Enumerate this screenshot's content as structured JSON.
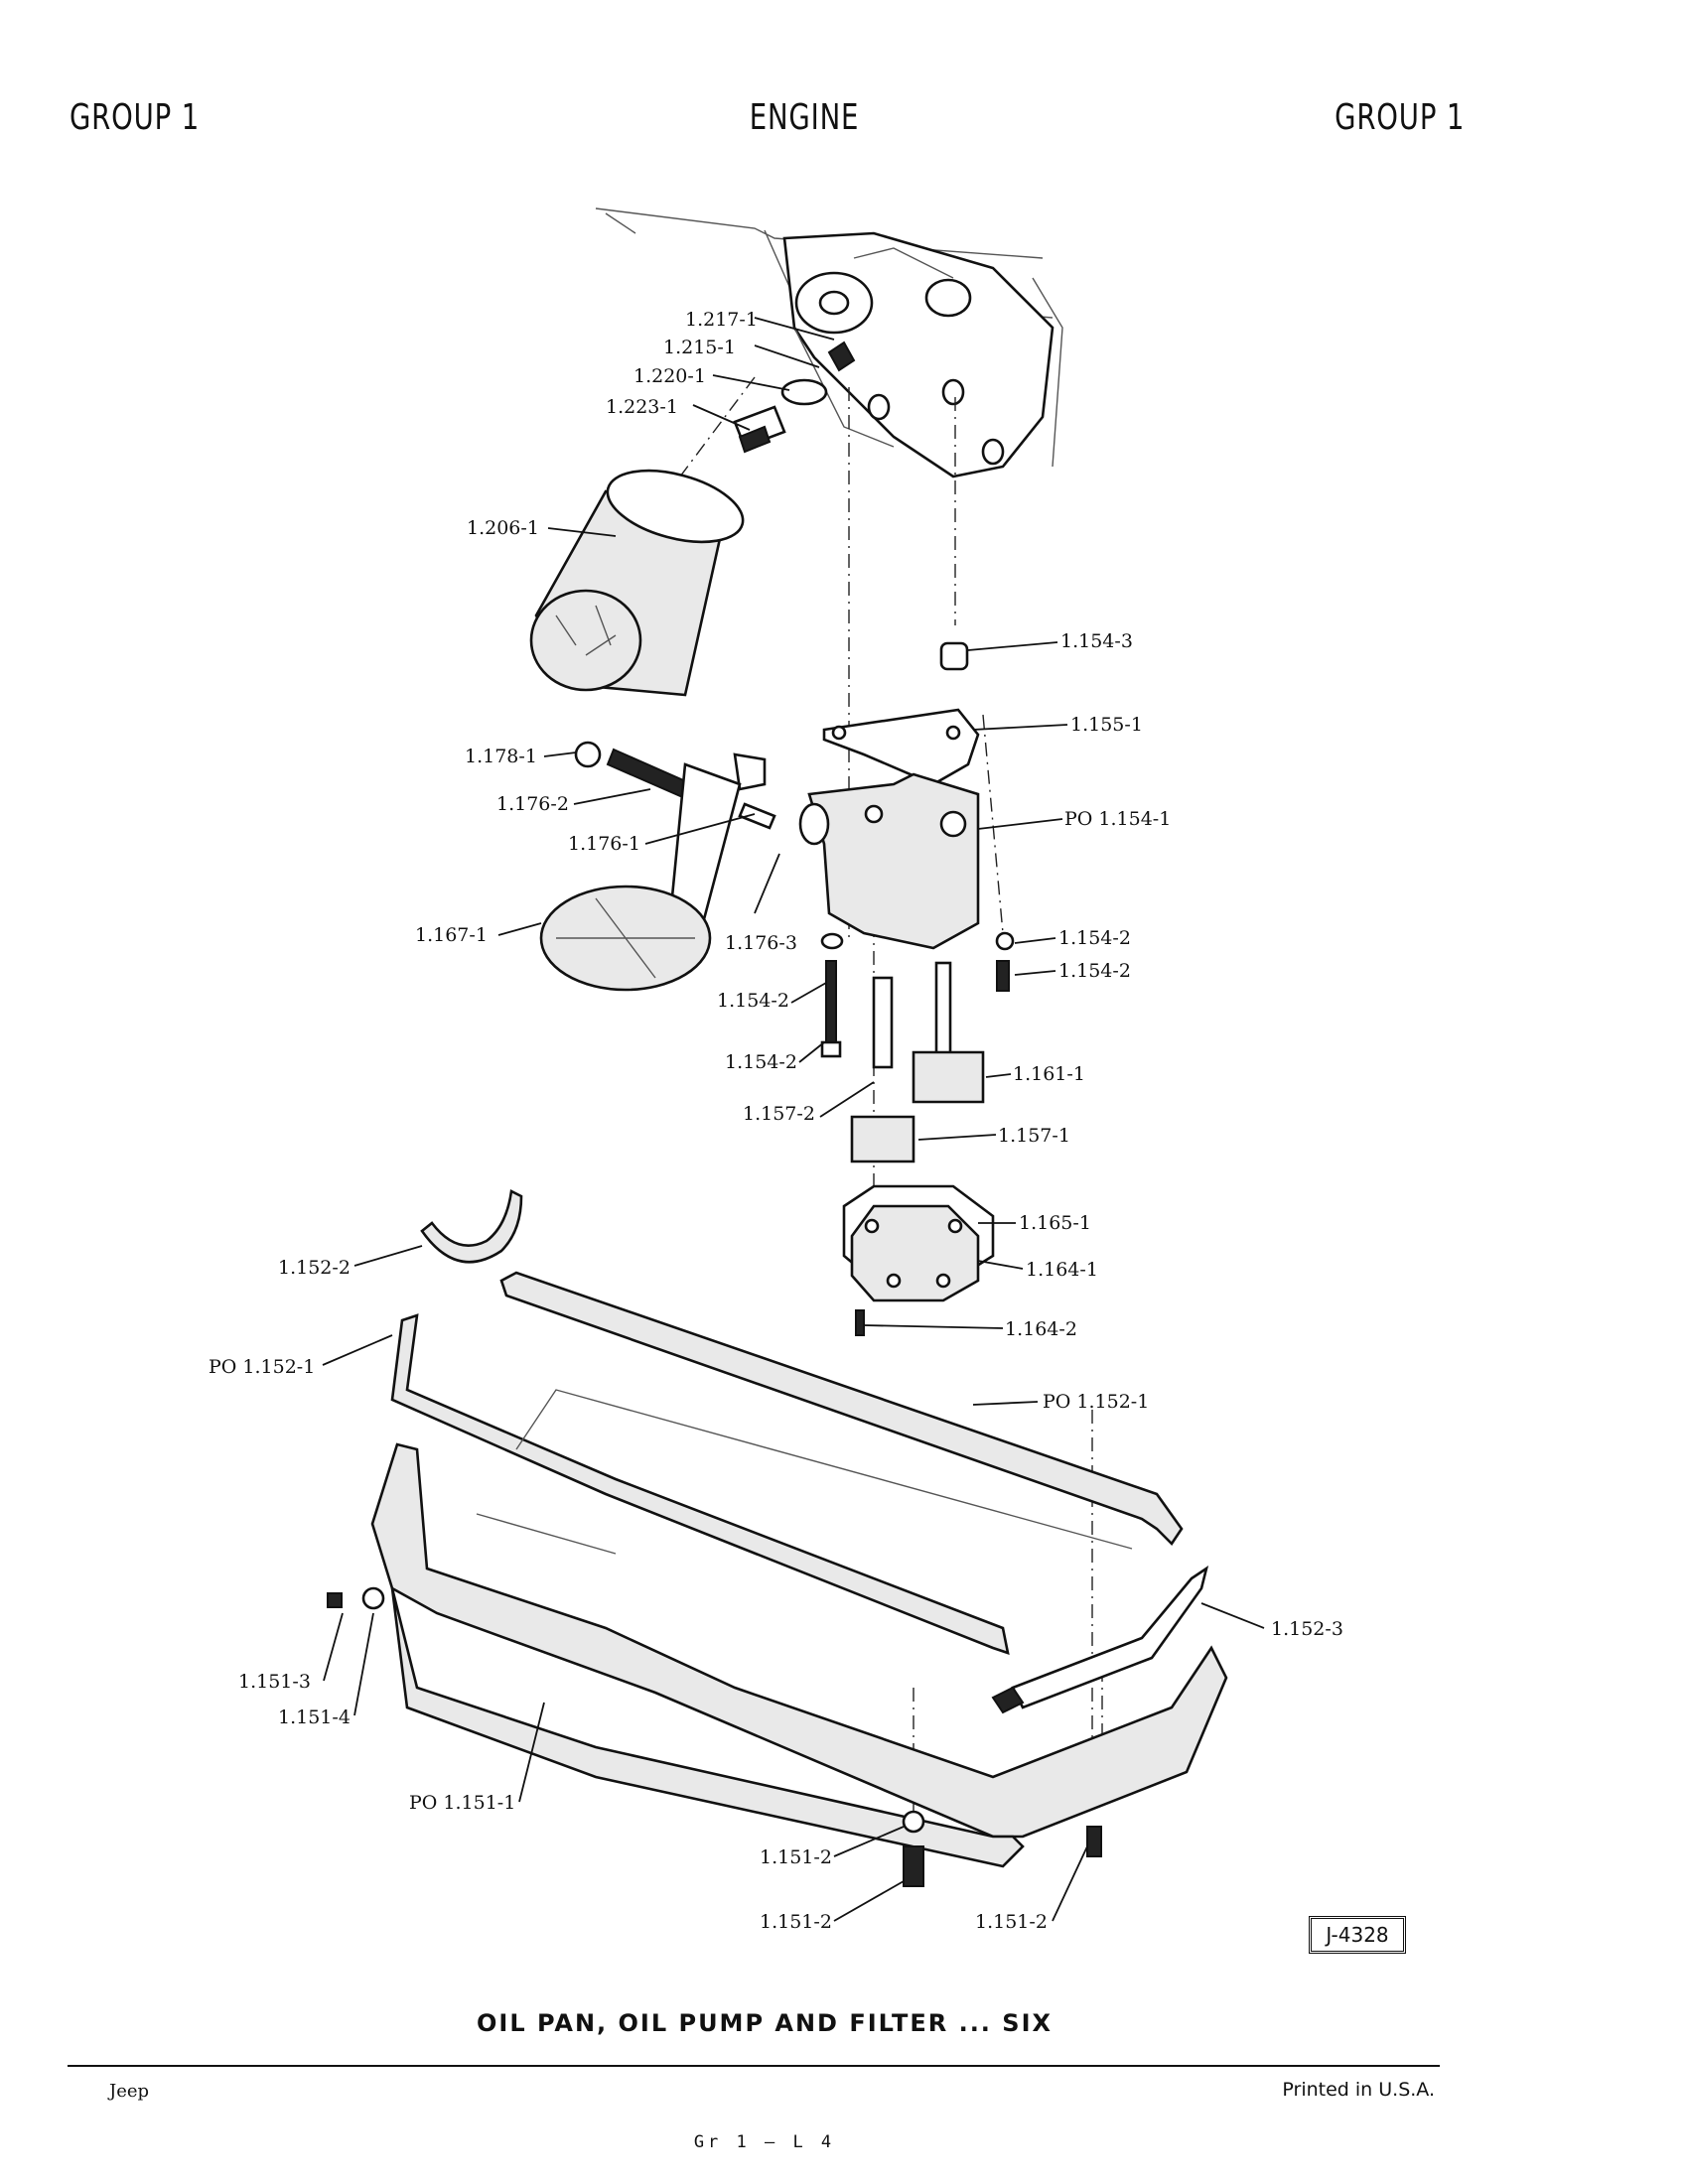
{
  "header": {
    "left": "GROUP 1",
    "center": "ENGINE",
    "right": "GROUP 1"
  },
  "callouts": {
    "c1217_1": "1.217-1",
    "c1215_1": "1.215-1",
    "c1220_1": "1.220-1",
    "c1223_1": "1.223-1",
    "c1206_1": "1.206-1",
    "c1154_3": "1.154-3",
    "c1155_1": "1.155-1",
    "c1178_1": "1.178-1",
    "c1176_2": "1.176-2",
    "c1176_1": "1.176-1",
    "cPO1154_1": "PO 1.154-1",
    "c1167_1": "1.167-1",
    "c1176_3": "1.176-3",
    "c1154_2a": "1.154-2",
    "c1154_2b": "1.154-2",
    "c1154_2c": "1.154-2",
    "c1154_2d": "1.154-2",
    "c1161_1": "1.161-1",
    "c1157_2": "1.157-2",
    "c1157_1": "1.157-1",
    "c1152_2": "1.152-2",
    "c1165_1": "1.165-1",
    "c1164_1": "1.164-1",
    "c1164_2": "1.164-2",
    "cPO1152_1a": "PO 1.152-1",
    "cPO1152_1b": "PO 1.152-1",
    "c1152_3": "1.152-3",
    "c1151_3": "1.151-3",
    "c1151_4": "1.151-4",
    "cPO1151_1": "PO 1.151-1",
    "c1151_2a": "1.151-2",
    "c1151_2b": "1.151-2",
    "c1151_2c": "1.151-2"
  },
  "figure_ref": "J-4328",
  "caption": "OIL PAN, OIL PUMP AND FILTER ... SIX",
  "footer": {
    "left": "Jeep",
    "right": "Printed in U.S.A.",
    "center": "Gr 1 – L 4"
  }
}
